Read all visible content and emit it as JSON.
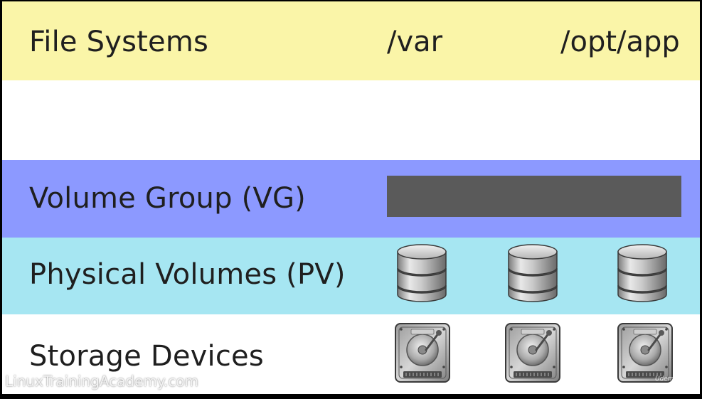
{
  "diagram": {
    "colors": {
      "file_systems_band": "#faf5a8",
      "volume_group_band": "#8c99ff",
      "physical_volumes_band": "#a6e6f2",
      "storage_devices_band": "#ffffff",
      "volume_group_bar": "#5a5a5a"
    },
    "rows": {
      "file_systems": {
        "label": "File Systems",
        "paths": [
          "/var",
          "/opt/app"
        ]
      },
      "volume_group": {
        "label": "Volume Group (VG)"
      },
      "physical_volumes": {
        "label": "Physical Volumes (PV)",
        "icons": [
          "database-icon",
          "database-icon",
          "database-icon"
        ]
      },
      "storage_devices": {
        "label": "Storage Devices",
        "icons": [
          "hard-drive-icon",
          "hard-drive-icon",
          "hard-drive-icon"
        ]
      }
    }
  },
  "watermark": {
    "text": "LinuxTrainingAcademy.com",
    "corner": "Udemy"
  }
}
